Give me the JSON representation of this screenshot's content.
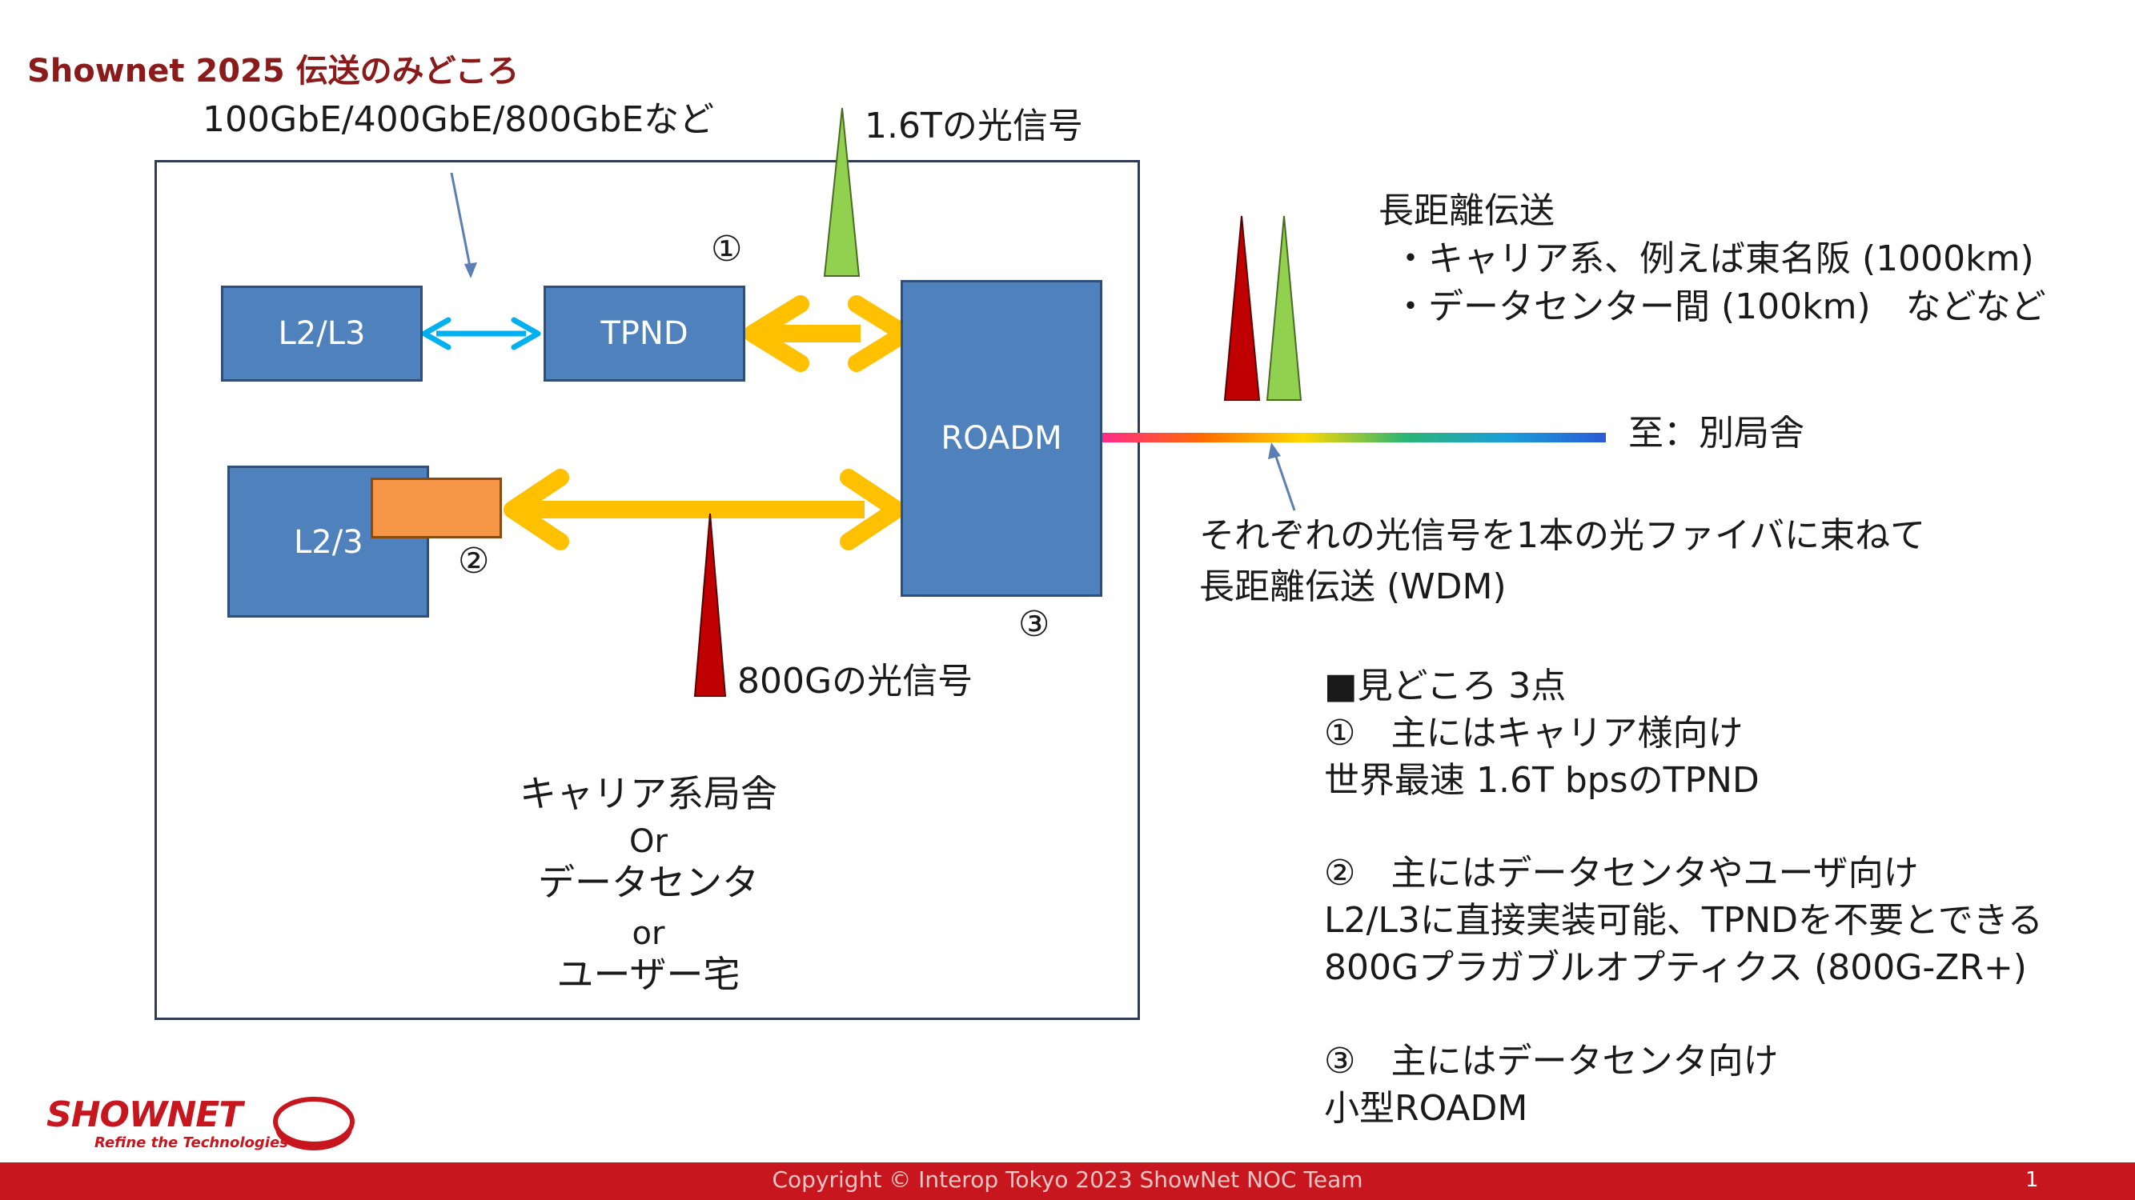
{
  "title": "Shownet 2025 伝送のみどころ",
  "labels": {
    "client_rates": "100GbE/400GbE/800GbEなど",
    "signal_16t": "1.6Tの光信号",
    "signal_800g": "800Gの光信号",
    "marker_1": "①",
    "marker_2": "②",
    "marker_3": "③",
    "destination": "至：別局舎",
    "wdm_line1": "それぞれの光信号を1本の光ファイバに束ねて",
    "wdm_line2": "長距離伝送 (WDM)"
  },
  "boxes": {
    "l2l3_top": "L2/L3",
    "tpnd": "TPND",
    "roadm": "ROADM",
    "l23_bottom": "L2/3"
  },
  "site": {
    "line1": "キャリア系局舎",
    "line2": "Or",
    "line3": "データセンタ",
    "line4": "or",
    "line5": "ユーザー宅"
  },
  "long_haul": {
    "heading": "長距離伝送",
    "item1": "・キャリア系、例えば東名阪 (1000km)",
    "item2": "・データセンター間 (100km)　などなど"
  },
  "highlights": {
    "heading": "■見どころ 3点",
    "p1_title": "①　主にはキャリア様向け",
    "p1_body": "世界最速 1.6T bpsのTPND",
    "p2_title": "②　主にはデータセンタやユーザ向け",
    "p2_body1": "L2/L3に直接実装可能、TPNDを不要とできる",
    "p2_body2": "800Gプラガブルオプティクス (800G-ZR+)",
    "p3_title": "③　主にはデータセンタ向け",
    "p3_body": "小型ROADM"
  },
  "footer": {
    "copyright": "Copyright © Interop Tokyo 2023 ShowNet NOC Team",
    "page": "1"
  },
  "logo": {
    "name": "SHOWNET",
    "tagline": "Refine the Technologies"
  },
  "colors": {
    "box_fill": "#4f81bd",
    "arrow_yellow": "#ffc000",
    "arrow_blue": "#00b0f0",
    "signal_green": "#92d050",
    "signal_red": "#c00000",
    "pluggable_orange": "#f79646",
    "footer_red": "#c8161e",
    "title_red": "#8b1a1a"
  }
}
